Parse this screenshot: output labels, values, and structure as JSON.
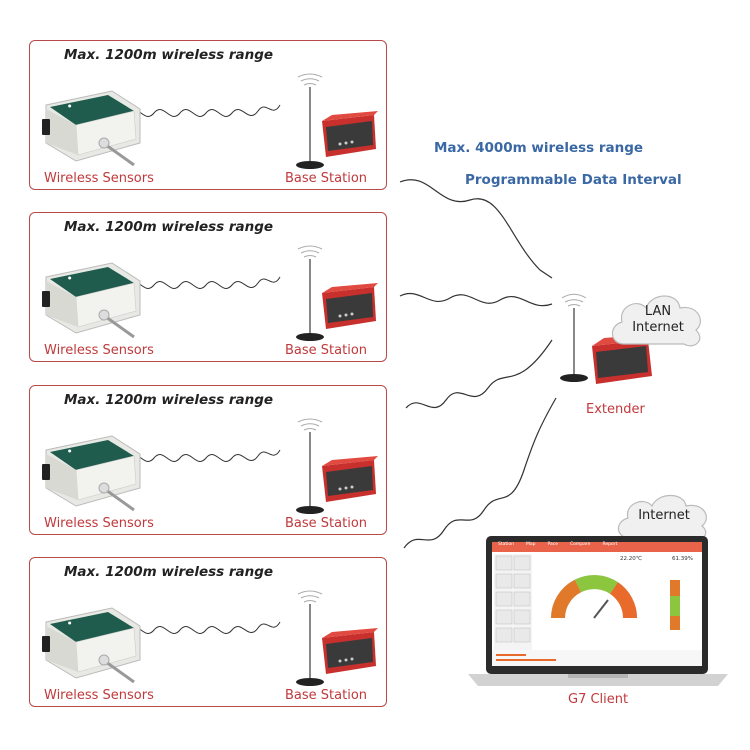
{
  "panels": [
    {
      "heading": "Max. 1200m wireless range",
      "sensor_label": "Wireless Sensors",
      "station_label": "Base Station"
    },
    {
      "heading": "Max. 1200m wireless range",
      "sensor_label": "Wireless Sensors",
      "station_label": "Base Station"
    },
    {
      "heading": "Max. 1200m wireless range",
      "sensor_label": "Wireless Sensors",
      "station_label": "Base Station"
    },
    {
      "heading": "Max. 1200m wireless range",
      "sensor_label": "Wireless Sensors",
      "station_label": "Base Station"
    }
  ],
  "range_text": "Max. 4000m wireless range",
  "interval_text": "Programmable Data Interval",
  "extender_label": "Extender",
  "lan_cloud": {
    "line1": "LAN",
    "line2": "Internet"
  },
  "internet_cloud": {
    "text": "Internet"
  },
  "client_label": "G7 Client",
  "screen": {
    "tabs": [
      "Station",
      "Map",
      "Pace",
      "Compare",
      "Report"
    ],
    "temperature": "22.20℃",
    "humidity": "61.39%"
  },
  "colors": {
    "panel_border": "#b94a4a",
    "label_red": "#c0393b",
    "accent_blue": "#3a68a4",
    "device_red": "#c7302d"
  }
}
